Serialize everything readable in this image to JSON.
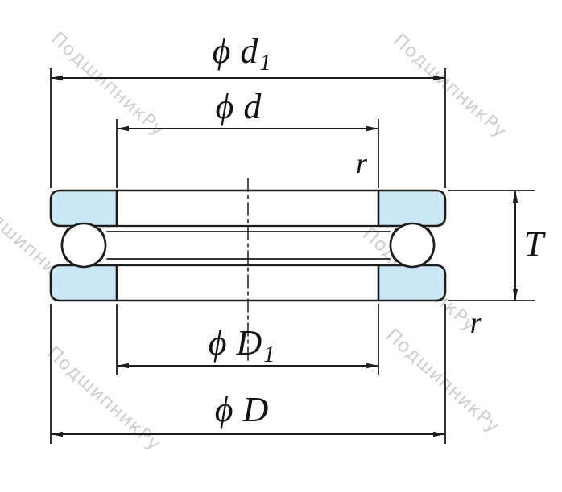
{
  "watermark": {
    "text": "ПодшипникРу"
  },
  "labels": {
    "d1": {
      "phi": "ϕ",
      "letter": "d",
      "sub": "1"
    },
    "d": {
      "phi": "ϕ",
      "letter": "d",
      "sub": ""
    },
    "D1": {
      "phi": "ϕ",
      "letter": "D",
      "sub": "1"
    },
    "D": {
      "phi": "ϕ",
      "letter": "D",
      "sub": ""
    },
    "T": "T",
    "r_top": "r",
    "r_bottom": "r"
  },
  "colors": {
    "line": "#1c1c1c",
    "washer_fill": "#cbe7f6",
    "watermark": "#a8a8a8"
  }
}
